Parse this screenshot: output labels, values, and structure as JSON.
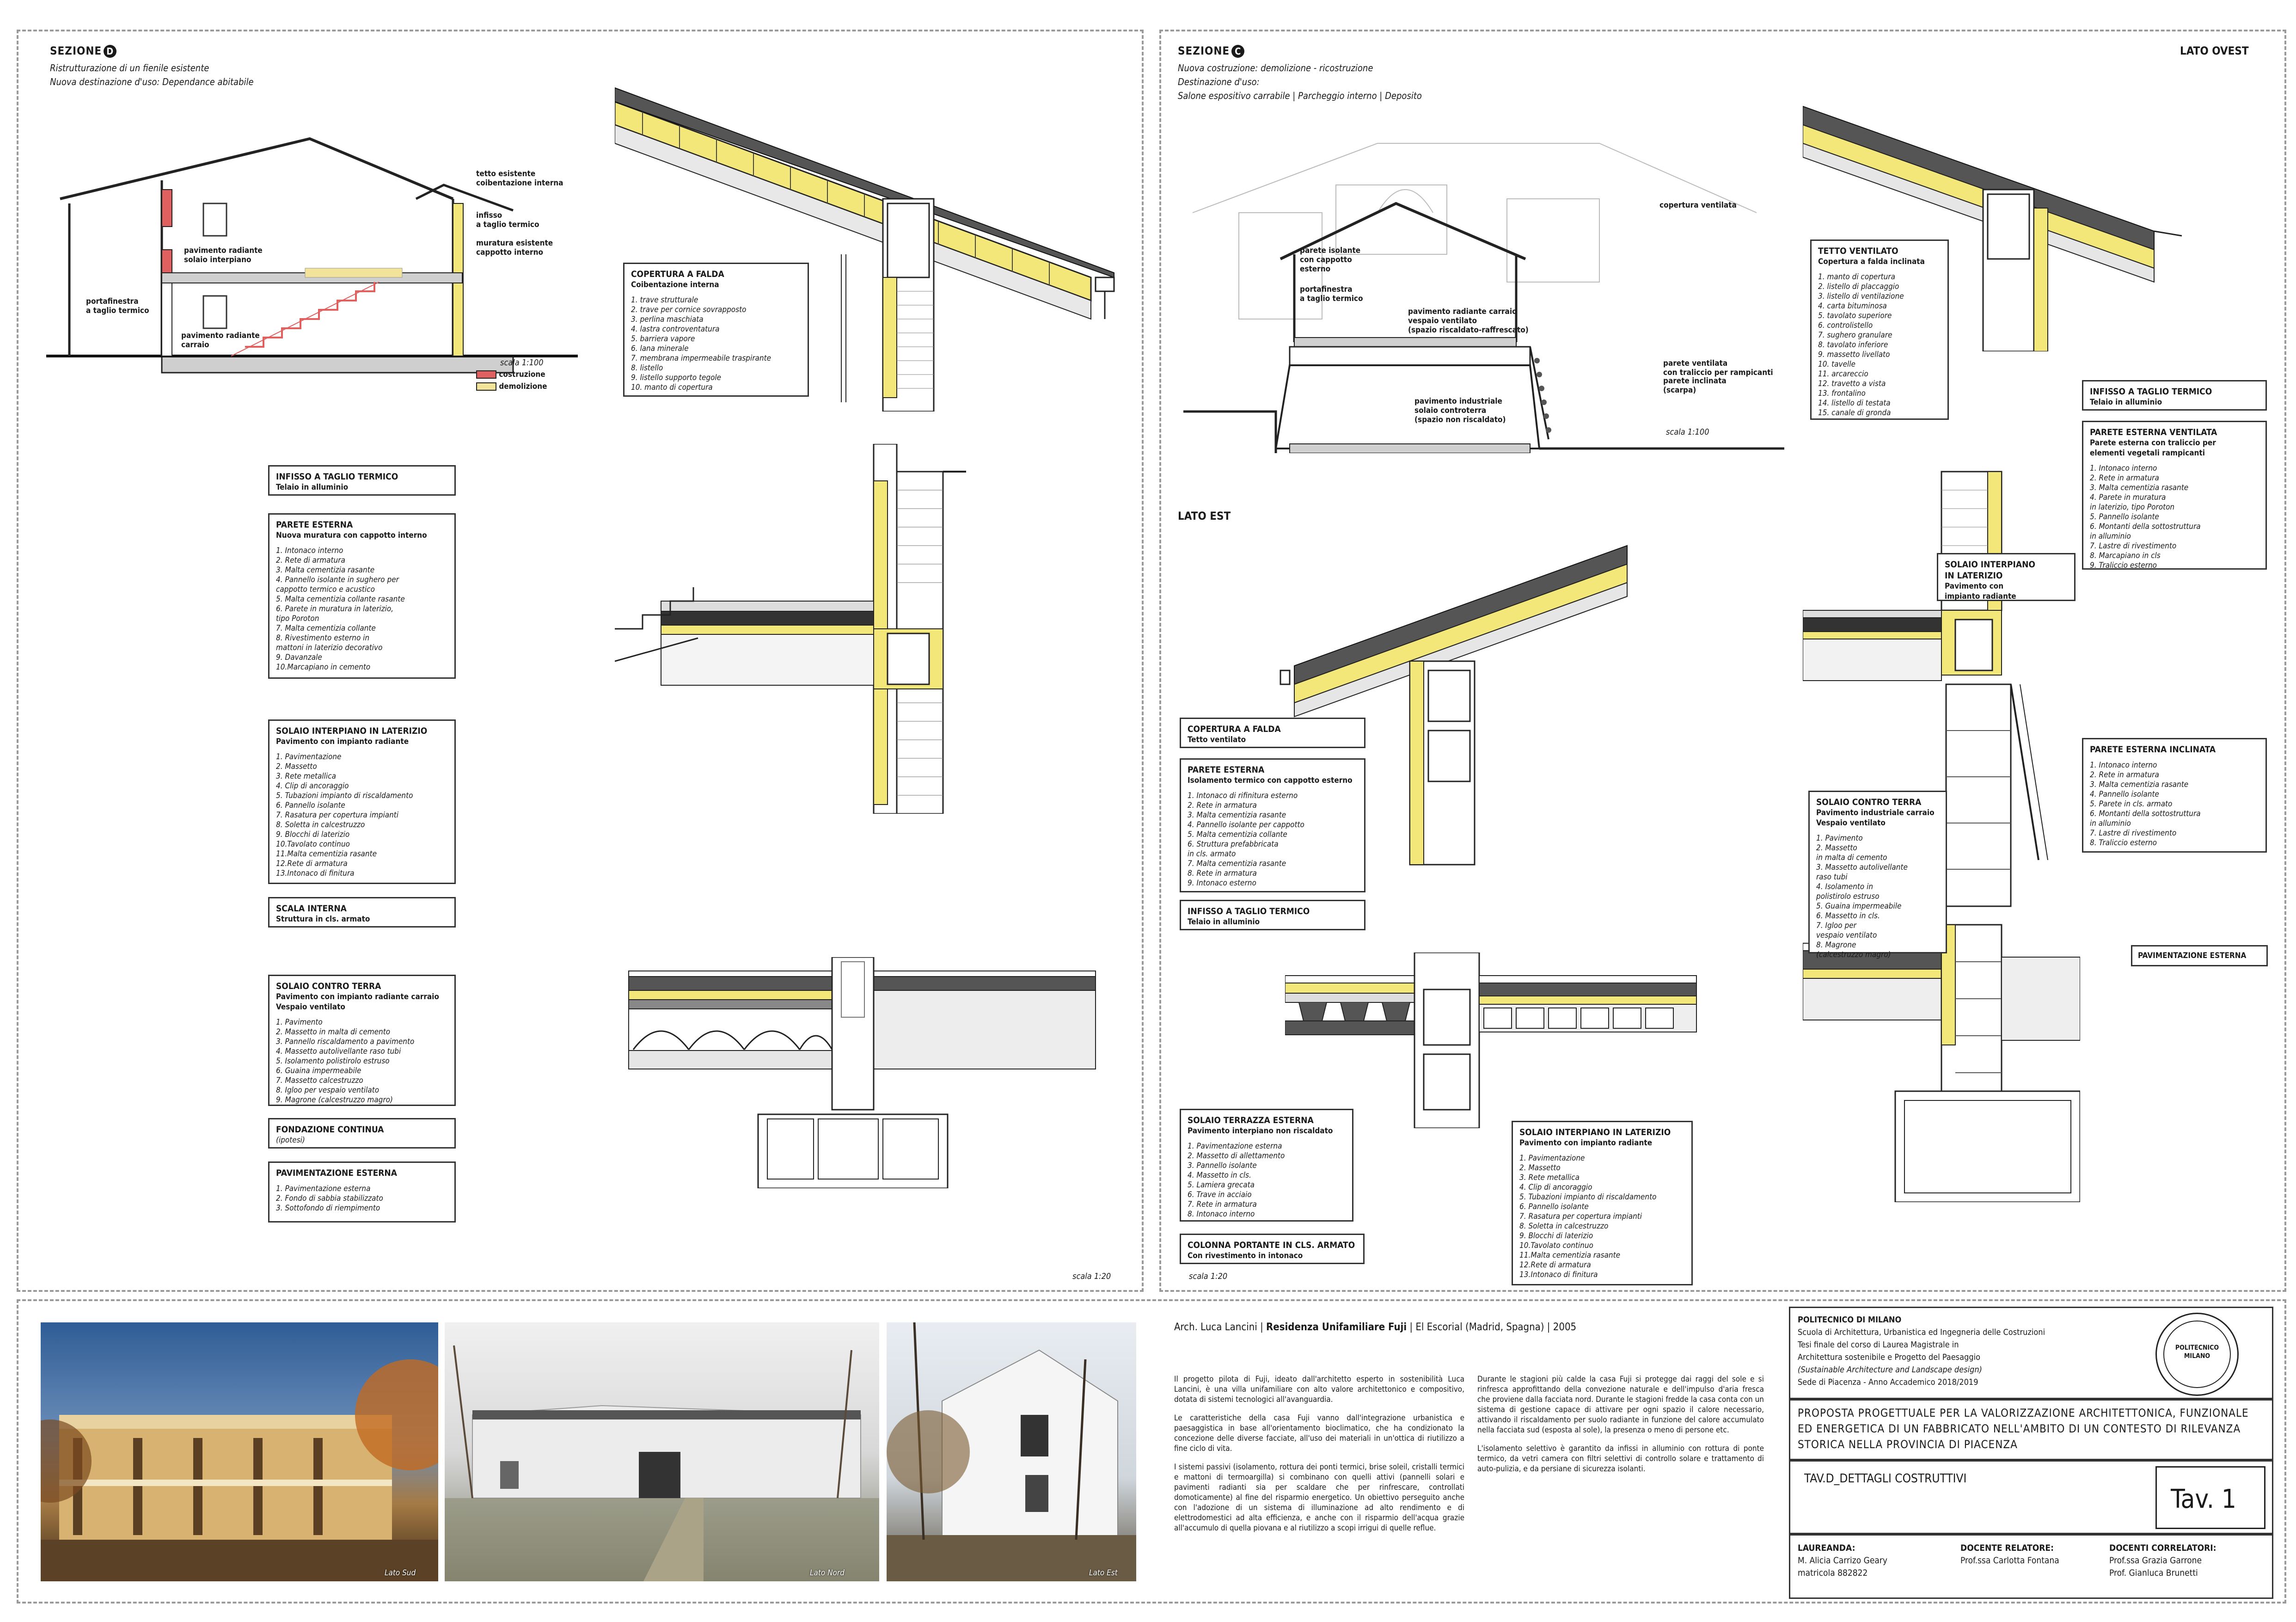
{
  "section_d": {
    "title": "SEZIONE",
    "letter": "D",
    "sub1": "Ristrutturazione di un fienile esistente",
    "sub2": "Nuova destinazione d'uso: Dependance abitabile",
    "labels": {
      "tetto": "tetto esistente",
      "coibentazione": "coibentazione interna",
      "infisso": "infisso",
      "taglio": "a taglio termico",
      "muratura": "muratura esistente",
      "cappotto": "cappotto interno",
      "pav_rad": "pavimento radiante",
      "solaio_int": "solaio interpiano",
      "portafinestra": "portafinestra",
      "taglio2": "a taglio termico",
      "pav_rad2": "pavimento radiante",
      "carraio": "carraio",
      "scala": "scala 1:100",
      "costruzione": "costruzione",
      "demolizione": "demolizione"
    },
    "boxes": {
      "copertura_falda": {
        "title": "COPERTURA A FALDA",
        "sub": "Coibentazione interna",
        "items": [
          "1. trave strutturale",
          "2. trave per cornice sovrapposto",
          "3. perlina maschiata",
          "4. lastra controventatura",
          "5. barriera vapore",
          "6. lana minerale",
          "7. membrana impermeabile traspirante",
          "8. listello",
          "9. listello supporto tegole",
          "10. manto di copertura"
        ]
      },
      "infisso": {
        "title": "INFISSO A TAGLIO TERMICO",
        "sub": "Telaio in alluminio"
      },
      "parete_esterna": {
        "title": "PARETE ESTERNA",
        "sub": "Nuova muratura con cappotto interno",
        "items": [
          "1. Intonaco interno",
          "2. Rete di armatura",
          "3. Malta cementizia rasante",
          "4. Pannello isolante in sughero per",
          "    cappotto termico e acustico",
          "5. Malta cementizia collante rasante",
          "6. Parete in muratura in laterizio,",
          "    tipo Poroton",
          "7. Malta cementizia collante",
          "8. Rivestimento esterno in",
          "    mattoni in laterizio decorativo",
          "9. Davanzale",
          "10.Marcapiano in cemento"
        ]
      },
      "solaio_interpiano": {
        "title": "SOLAIO INTERPIANO IN LATERIZIO",
        "sub": "Pavimento con impianto radiante",
        "items": [
          "1. Pavimentazione",
          "2. Massetto",
          "3. Rete metallica",
          "4. Clip di ancoraggio",
          "5. Tubazioni impianto di riscaldamento",
          "6. Pannello isolante",
          "7. Rasatura per copertura impianti",
          "8. Soletta in calcestruzzo",
          "9. Blocchi di laterizio",
          "10.Tavolato continuo",
          "11.Malta cementizia rasante",
          "12.Rete di armatura",
          "13.Intonaco di finitura"
        ]
      },
      "scala_interna": {
        "title": "SCALA INTERNA",
        "sub": "Struttura in cls. armato"
      },
      "solaio_terra": {
        "title": "SOLAIO CONTRO TERRA",
        "sub": "Pavimento con impianto radiante carraio\nVespaio ventilato",
        "items": [
          "1. Pavimento",
          "2. Massetto in malta di cemento",
          "3. Pannello riscaldamento a pavimento",
          "4. Massetto autolivellante raso tubi",
          "5. Isolamento polistirolo estruso",
          "6. Guaina impermeabile",
          "7. Massetto calcestruzzo",
          "8. Igloo per vespaio ventilato",
          "9. Magrone (calcestruzzo magro)"
        ]
      },
      "fondazione": {
        "title": "FONDAZIONE CONTINUA",
        "sub": "(ipotesi)"
      },
      "pavimentazione_esterna": {
        "title": "PAVIMENTAZIONE ESTERNA",
        "items": [
          "1. Pavimentazione esterna",
          "2. Fondo di sabbia stabilizzato",
          "3. Sottofondo di riempimento"
        ]
      }
    },
    "scale_bottom": "scala 1:20"
  },
  "section_c": {
    "title": "SEZIONE",
    "letter": "C",
    "sub1": "Nuova costruzione: demolizione - ricostruzione",
    "sub2": "Destinazione d'uso:",
    "sub3": "Salone espositivo carrabile | Parcheggio interno | Deposito",
    "lato_ovest": "LATO OVEST",
    "lato_est": "LATO EST",
    "labels": {
      "copertura_ventilata": "copertura ventilata",
      "parete_isolante": "parete isolante",
      "cappotto": "con cappotto",
      "esterno": "esterno",
      "portafinestra": "portafinestra",
      "taglio": "a taglio termico",
      "pav_rad": "pavimento radiante carraio",
      "vespaio": "vespaio ventilato",
      "spazio": "(spazio riscaldato-raffrescato)",
      "parete_ventilata": "parete ventilata",
      "traliccio": "con traliccio per rampicanti",
      "pav_ind": "pavimento industriale",
      "controterra": "solaio controterra",
      "non_risc": "(spazio non riscaldato)",
      "parete_inclinata": "parete inclinata",
      "scarpa": "(scarpa)",
      "scala": "scala 1:100"
    },
    "boxes": {
      "tetto_ventilato": {
        "title": "TETTO VENTILATO",
        "sub": "Copertura a falda inclinata",
        "items": [
          "1. manto di copertura",
          "2. listello di placcaggio",
          "3. listello di ventilazione",
          "4. carta bituminosa",
          "5. tavolato superiore",
          "6. controlistello",
          "7. sughero granulare",
          "8. tavolato inferiore",
          "9. massetto livellato",
          "10. tavelle",
          "11. arcareccio",
          "12. travetto a vista",
          "13. frontalino",
          "14. listello di testata",
          "15. canale di gronda"
        ]
      },
      "infisso_ovest": {
        "title": "INFISSO A TAGLIO TERMICO",
        "sub": "Telaio in alluminio"
      },
      "parete_ventilata": {
        "title": "PARETE ESTERNA VENTILATA",
        "sub": "Parete esterna con traliccio per\nelementi vegetali rampicanti",
        "items": [
          "1. Intonaco interno",
          "2. Rete in armatura",
          "3. Malta cementizia rasante",
          "4. Parete in muratura",
          "    in laterizio, tipo Poroton",
          "5. Pannello isolante",
          "6. Montanti della sottostruttura",
          "    in alluminio",
          "7. Lastre di rivestimento",
          "8. Marcapiano in cls",
          "9. Traliccio esterno"
        ]
      },
      "solaio_lat": {
        "title": "SOLAIO INTERPIANO\nIN LATERIZIO",
        "sub": "Pavimento con\nimpianto radiante"
      },
      "parete_inclinata": {
        "title": "PARETE ESTERNA INCLINATA",
        "items": [
          "1. Intonaco interno",
          "2. Rete in armatura",
          "3. Malta cementizia rasante",
          "4. Pannello isolante",
          "5. Parete in cls. armato",
          "6. Montanti della sottostruttura",
          "    in alluminio",
          "7. Lastre di rivestimento",
          "8. Traliccio esterno"
        ]
      },
      "solaio_terra": {
        "title": "SOLAIO CONTRO TERRA",
        "sub": "Pavimento industriale carraio\nVespaio ventilato",
        "items": [
          "1. Pavimento",
          "2. Massetto",
          "    in malta di cemento",
          "3. Massetto autolivellante",
          "    raso tubi",
          "4. Isolamento in",
          "    polistirolo estruso",
          "5. Guaina impermeabile",
          "6. Massetto in cls.",
          "7. Igloo per",
          "    vespaio ventilato",
          "8. Magrone",
          "    (calcestruzzo magro)"
        ]
      },
      "pav_est": {
        "title": "PAVIMENTAZIONE ESTERNA"
      },
      "copertura_falda": {
        "title": "COPERTURA A FALDA",
        "sub": "Tetto ventilato"
      },
      "parete_esterna": {
        "title": "PARETE ESTERNA",
        "sub": "Isolamento termico con cappotto esterno",
        "items": [
          "1. Intonaco di rifinitura esterno",
          "2. Rete in armatura",
          "3. Malta cementizia rasante",
          "4. Pannello isolante per cappotto",
          "5. Malta cementizia collante",
          "6. Struttura prefabbricata",
          "    in cls. armato",
          "7. Malta cementizia rasante",
          "8. Rete in armatura",
          "9. Intonaco esterno"
        ]
      },
      "infisso_est": {
        "title": "INFISSO A TAGLIO TERMICO",
        "sub": "Telaio in alluminio"
      },
      "solaio_terrazza": {
        "title": "SOLAIO TERRAZZA ESTERNA",
        "sub": "Pavimento interpiano non riscaldato",
        "items": [
          "1. Pavimentazione esterna",
          "2. Massetto di allettamento",
          "3. Pannello isolante",
          "4. Massetto in cls.",
          "5. Lamiera grecata",
          "6. Trave in acciaio",
          "7. Rete in armatura",
          "8. Intonaco interno"
        ]
      },
      "colonna": {
        "title": "COLONNA PORTANTE IN CLS. ARMATO",
        "sub": "Con rivestimento in intonaco"
      },
      "solaio_interpiano": {
        "title": "SOLAIO INTERPIANO IN LATERIZIO",
        "sub": "Pavimento con impianto radiante",
        "items": [
          "1. Pavimentazione",
          "2. Massetto",
          "3. Rete metallica",
          "4. Clip di ancoraggio",
          "5. Tubazioni impianto di riscaldamento",
          "6. Pannello isolante",
          "7. Rasatura per copertura impianti",
          "8. Soletta in calcestruzzo",
          "9. Blocchi di laterizio",
          "10.Tavolato continuo",
          "11.Malta cementizia rasante",
          "12.Rete di armatura",
          "13.Intonaco di finitura"
        ]
      }
    },
    "scale_bottom": "scala 1:20"
  },
  "photos": [
    {
      "caption": "Lato Sud"
    },
    {
      "caption": "Lato Nord"
    },
    {
      "caption": "Lato Est"
    }
  ],
  "project": {
    "architect": "Arch. Luca Lancini",
    "name": "Residenza Unifamiliare Fuji",
    "place": "El Escorial (Madrid, Spagna)",
    "year": "2005",
    "col1": [
      "Il progetto pilota di Fuji, ideato dall'architetto esperto in sostenibilità Luca Lancini, è una villa unifamiliare con alto valore architettonico e compositivo, dotata di sistemi tecnologici all'avanguardia.",
      "Le caratteristiche della casa Fuji vanno dall'integrazione urbanistica e paesaggistica in base all'orientamento bioclimatico, che ha condizionato la concezione delle diverse facciate, all'uso dei materiali in un'ottica di riutilizzo a fine ciclo di vita.",
      "I sistemi passivi (isolamento, rottura dei ponti termici, brise soleil, cristalli termici e mattoni di termoargilla) si combinano con quelli attivi (pannelli solari e pavimenti radianti sia per scaldare che per rinfrescare, controllati domoticamente) al fine del risparmio energetico. Un obiettivo perseguito anche con l'adozione di un sistema di illuminazione ad alto rendimento e di elettrodomestici ad alta efficienza, e anche con il risparmio dell'acqua grazie all'accumulo di quella piovana e al riutilizzo a scopi irrigui di quelle reflue."
    ],
    "col2": [
      "Durante le stagioni più calde la casa Fuji si protegge dai raggi del sole e si rinfresca approfittando della convezione naturale e dell'impulso d'aria fresca che proviene dalla facciata nord. Durante le stagioni fredde la casa conta con un sistema di gestione capace di attivare per ogni spazio il calore necessario, attivando il riscaldamento per suolo radiante in funzione del calore accumulato nella facciata sud (esposta al sole), la presenza o meno di persone etc.",
      "L'isolamento selettivo è garantito da infissi in alluminio con rottura di ponte termico, da vetri camera con filtri selettivi di controllo solare e trattamento di auto-pulizia, e da persiane di sicurezza isolanti."
    ]
  },
  "school": {
    "lines": [
      "POLITECNICO DI MILANO",
      "Scuola di Architettura, Urbanistica ed Ingegneria delle Costruzioni",
      "Tesi finale del corso di Laurea Magistrale in",
      "Architettura sostenibile e Progetto del Paesaggio",
      "(Sustainable Architecture and Landscape design)",
      "Sede di Piacenza - Anno Accademico 2018/2019"
    ],
    "logo_text": "POLITECNICO MILANO",
    "title": "PROPOSTA PROGETTUALE PER LA VALORIZZAZIONE ARCHITETTONICA, FUNZIONALE ED ENERGETICA DI UN FABBRICATO NELL'AMBITO DI UN CONTESTO DI RILEVANZA STORICA NELLA PROVINCIA DI PIACENZA",
    "tav_name": "TAV.D_DETTAGLI COSTRUTTIVI",
    "tav_num": "Tav. 1",
    "laureanda_label": "LAUREANDA:",
    "laureanda_name": "M. Alicia Carrizo Geary",
    "matricola": "matricola 882822",
    "relatore_label": "DOCENTE RELATORE:",
    "relatore_name": "Prof.ssa Carlotta Fontana",
    "correlatori_label": "DOCENTI CORRELATORI:",
    "correlatori_1": "Prof.ssa Grazia Garrone",
    "correlatori_2": "Prof. Gianluca Brunetti"
  },
  "colors": {
    "insulation": "#f4e77a",
    "demolition": "#f1e39a",
    "construction": "#e06060",
    "concrete": "#d7d7d7",
    "ink": "#1a1a1a"
  }
}
